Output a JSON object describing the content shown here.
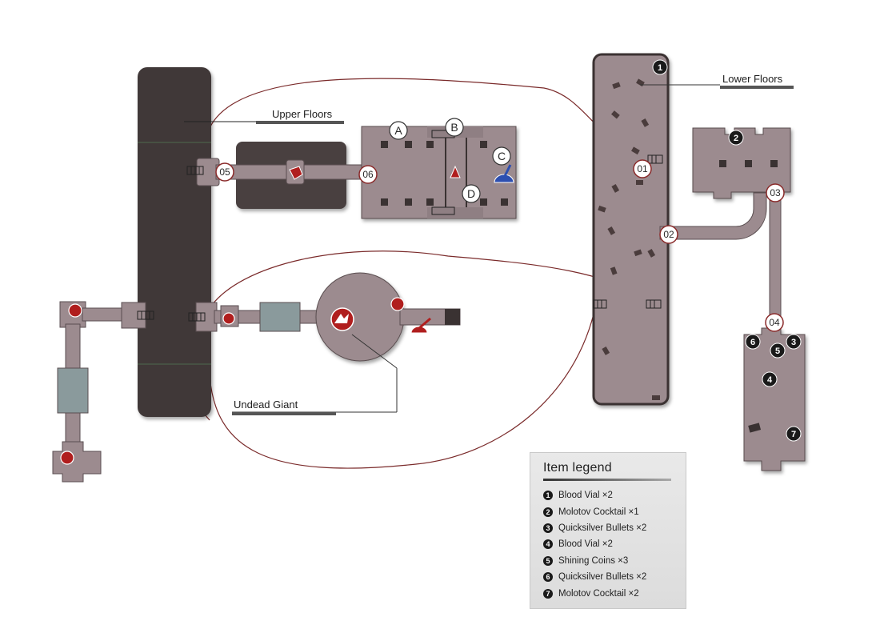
{
  "labels": {
    "upper_floors": "Upper Floors",
    "lower_floors": "Lower Floors",
    "undead_giant": "Undead Giant"
  },
  "markers": {
    "m01": "01",
    "m02": "02",
    "m03": "03",
    "m04": "04",
    "m05": "05",
    "m06": "06",
    "A": "A",
    "B": "B",
    "C": "C",
    "D": "D"
  },
  "item_markers": [
    "1",
    "2",
    "3",
    "4",
    "5",
    "6",
    "7"
  ],
  "legend": {
    "title": "Item legend",
    "items": [
      {
        "num": "1",
        "text": "Blood Vial ×2"
      },
      {
        "num": "2",
        "text": "Molotov Cocktail ×1"
      },
      {
        "num": "3",
        "text": "Quicksilver Bullets ×2"
      },
      {
        "num": "4",
        "text": "Blood Vial ×2"
      },
      {
        "num": "5",
        "text": "Shining Coins ×3"
      },
      {
        "num": "6",
        "text": "Quicksilver Bullets ×2"
      },
      {
        "num": "7",
        "text": "Molotov Cocktail ×2"
      }
    ]
  },
  "colors": {
    "room_fill": "#9c8b8f",
    "dark_tower": "#3f3737",
    "dark_room": "#4a4141",
    "teal_room": "#8a9a9c",
    "enemy_red": "#b01e1e",
    "lever_blue": "#2d4fb0"
  }
}
